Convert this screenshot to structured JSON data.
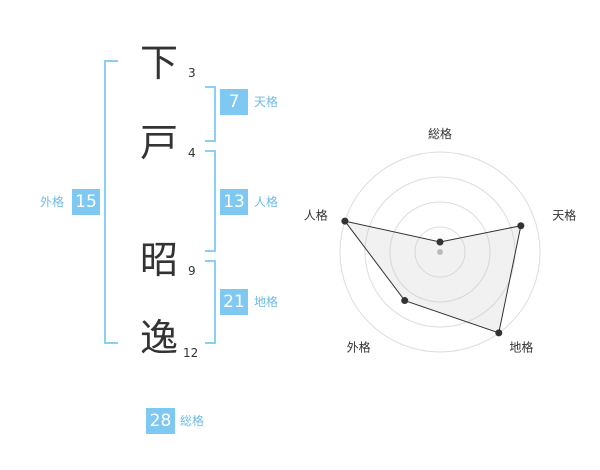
{
  "name": {
    "characters": [
      {
        "char": "下",
        "strokes": "3"
      },
      {
        "char": "戸",
        "strokes": "4"
      },
      {
        "char": "昭",
        "strokes": "9"
      },
      {
        "char": "逸",
        "strokes": "12"
      }
    ]
  },
  "kaku": {
    "tenkaku": {
      "value": "7",
      "label": "天格"
    },
    "jinkaku": {
      "value": "13",
      "label": "人格"
    },
    "chikaku": {
      "value": "21",
      "label": "地格"
    },
    "gaikaku": {
      "value": "15",
      "label": "外格"
    },
    "soukaku": {
      "value": "28",
      "label": "総格"
    }
  },
  "colors": {
    "accent": "#7ec8f2",
    "bracket": "#8ccff5"
  },
  "chart_data": {
    "type": "radar",
    "axes": [
      "総格",
      "天格",
      "地格",
      "外格",
      "人格"
    ],
    "levels": 4,
    "range": [
      0,
      4
    ],
    "values": [
      0.4,
      3.4,
      4.0,
      2.4,
      4.0
    ]
  }
}
